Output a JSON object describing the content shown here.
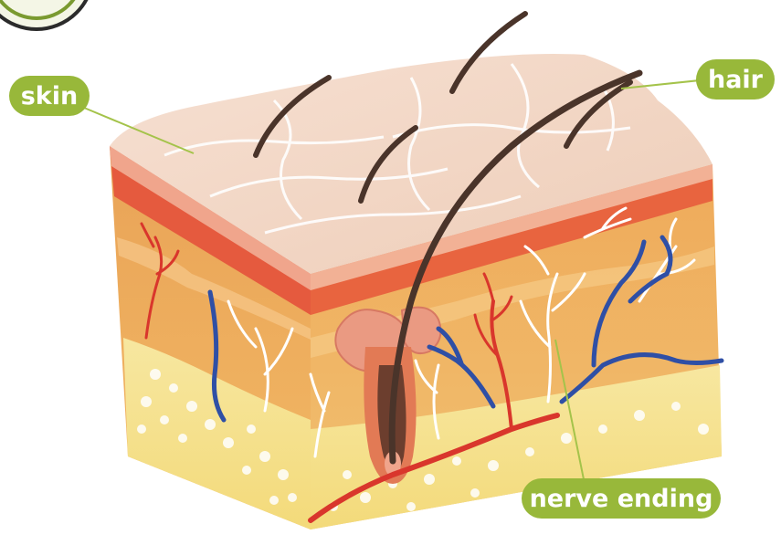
{
  "labels": {
    "skin": "skin",
    "hair": "hair",
    "nerve_ending": "nerve ending"
  },
  "colors": {
    "label_green": "#98B83A",
    "leader_line": "#A4C34A",
    "epidermis": "#F3D9C7",
    "dermis_orange": "#ECA357",
    "red_layer": "#E6553E",
    "fat_yellow": "#F4E394",
    "artery": "#D9362C",
    "vein": "#2F4FA5",
    "nerve": "#FFFFFF",
    "hair": "#4A342A"
  }
}
